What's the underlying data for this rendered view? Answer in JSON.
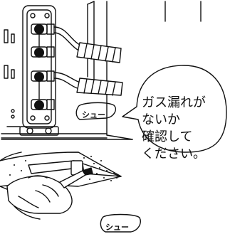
{
  "balloon": {
    "lines": [
      "ガス漏れが",
      "ないか",
      "確認して",
      "ください。"
    ]
  },
  "sound_effects": {
    "top": "シュー",
    "bottom": "シュー"
  },
  "colors": {
    "line": "#111111",
    "tape_fill": "#ffffff",
    "background": "#ffffff"
  }
}
